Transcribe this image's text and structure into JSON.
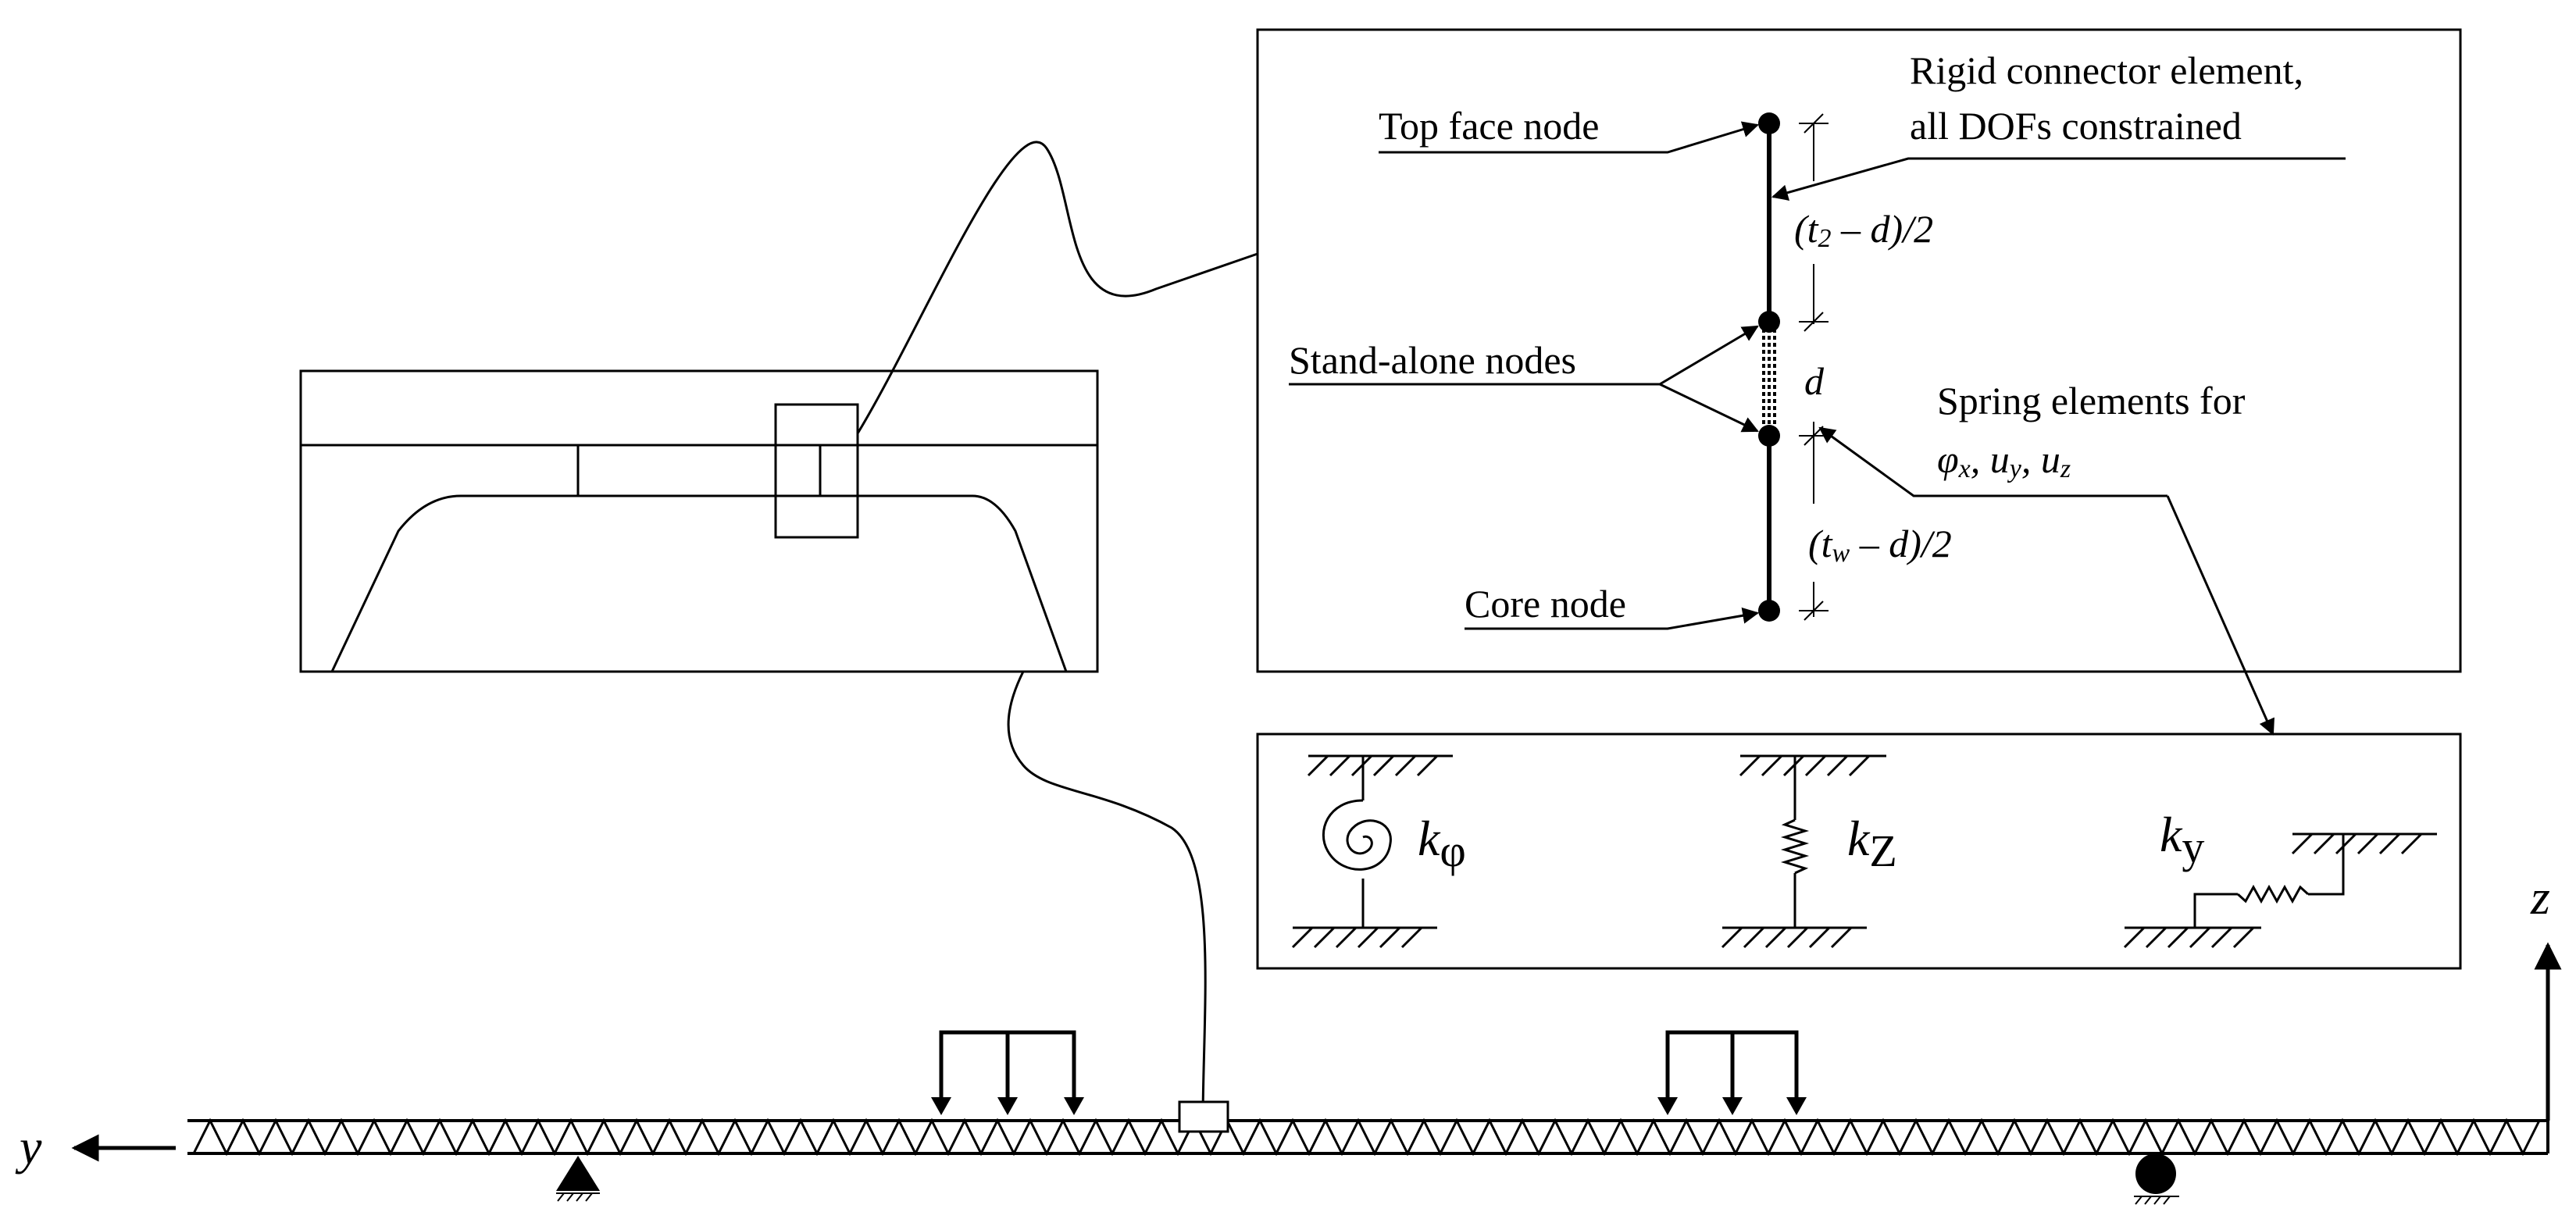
{
  "labels": {
    "top_face_node": "Top face node",
    "rigid_connector_line1": "Rigid connector element,",
    "rigid_connector_line2": "all DOFs constrained",
    "stand_alone_nodes": "Stand-alone nodes",
    "core_node": "Core node",
    "spring_elements_line1": "Spring elements for",
    "d": "d"
  },
  "dimensions": {
    "upper": {
      "open": "(t",
      "sub": "2",
      "rest": " – d)/2"
    },
    "lower": {
      "open": "(t",
      "sub": "w",
      "rest": " – d)/2"
    }
  },
  "spring_dofs": {
    "phi": "φ",
    "phi_sub": "x",
    "uy": "u",
    "uy_sub": "y",
    "uz": "u",
    "uz_sub": "z",
    "sep": ", "
  },
  "springs": {
    "k_phi": {
      "k": "k",
      "sub": "φ"
    },
    "k_z": {
      "k": "k",
      "sub": "Z"
    },
    "k_y": {
      "k": "k",
      "sub": "y"
    }
  },
  "axes": {
    "y": "y",
    "z": "z"
  },
  "colors": {
    "ink": "#000000",
    "background": "#ffffff"
  }
}
